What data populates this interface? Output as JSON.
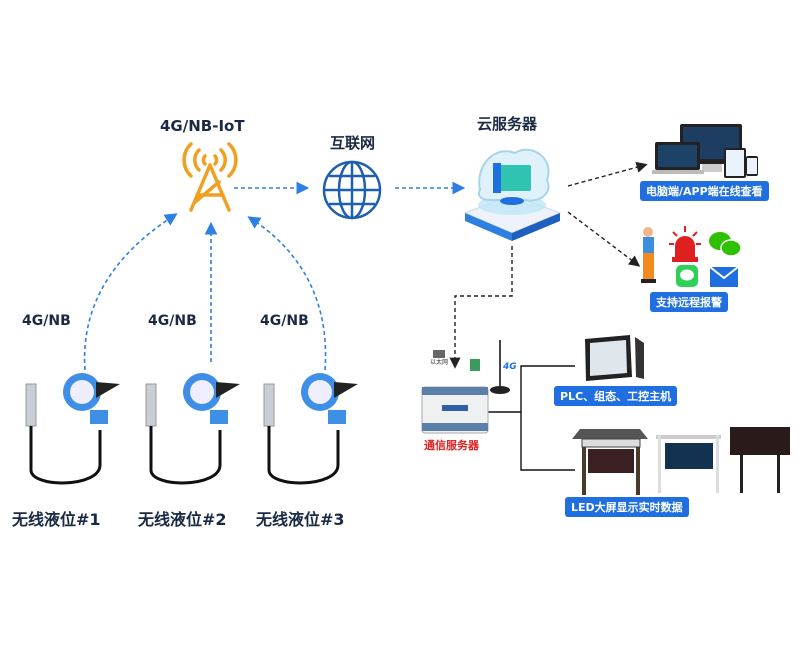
{
  "nodes": {
    "tower": {
      "label": "4G/NB-IoT"
    },
    "internet": {
      "label": "互联网"
    },
    "cloud": {
      "label": "云服务器"
    },
    "pc_app": {
      "label": "电脑端/APP端在线查看"
    },
    "alarm": {
      "label": "支持远程报警"
    },
    "comm_server": {
      "label": "通信服务器",
      "ethernet_label": "以太网",
      "antenna_label": "4G"
    },
    "plc": {
      "label": "PLC、组态、工控主机"
    },
    "led": {
      "label": "LED大屏显示实时数据"
    }
  },
  "sensors": [
    {
      "link_label": "4G/NB",
      "label": "无线液位#1"
    },
    {
      "link_label": "4G/NB",
      "label": "无线液位#2"
    },
    {
      "link_label": "4G/NB",
      "label": "无线液位#3"
    }
  ],
  "colors": {
    "link_blue": "#2f7fe0",
    "tower_orange": "#f0a020",
    "badge_blue": "#1f6fe0",
    "alarm_red": "#e02020",
    "wechat_green": "#2dc100",
    "comm_label_red": "#e02020"
  }
}
